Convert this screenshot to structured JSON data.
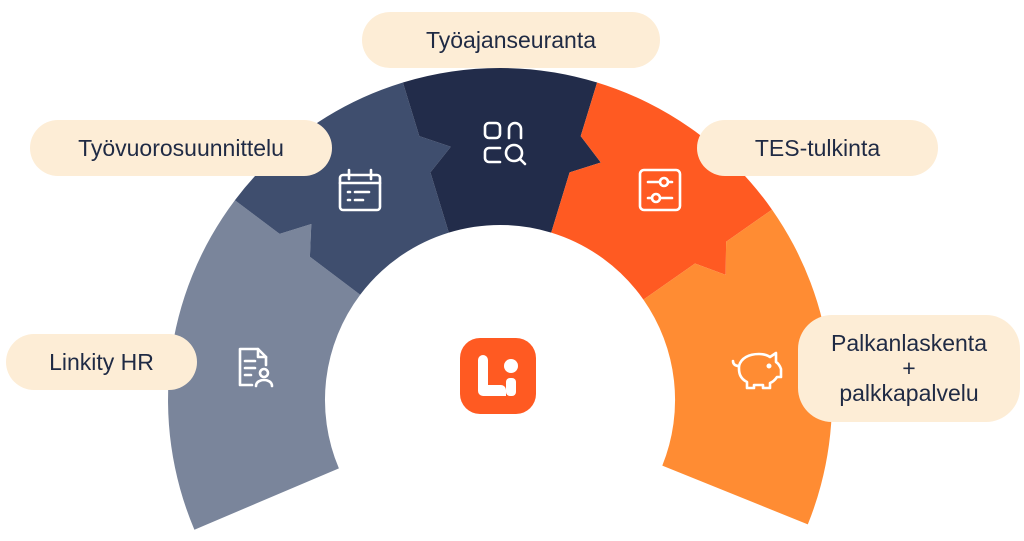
{
  "title_logo": "Li",
  "segments": [
    {
      "label": "Linkity HR",
      "icon": "document-person-icon",
      "color": "#7a859b"
    },
    {
      "label": "Työvuorosuunnittelu",
      "icon": "calendar-list-icon",
      "color": "#3f4e6e"
    },
    {
      "label": "Työajanseuranta",
      "icon": "grid-search-icon",
      "color": "#222c4a"
    },
    {
      "label": "TES-tulkinta",
      "icon": "sliders-icon",
      "color": "#ff5a22"
    },
    {
      "label_lines": [
        "Palkanlaskenta",
        "+",
        "palkkapalvelu"
      ],
      "icon": "piggy-bank-icon",
      "color": "#ff8c33"
    }
  ],
  "label_bg": "#fdedd6",
  "text_color": "#1f2a44"
}
